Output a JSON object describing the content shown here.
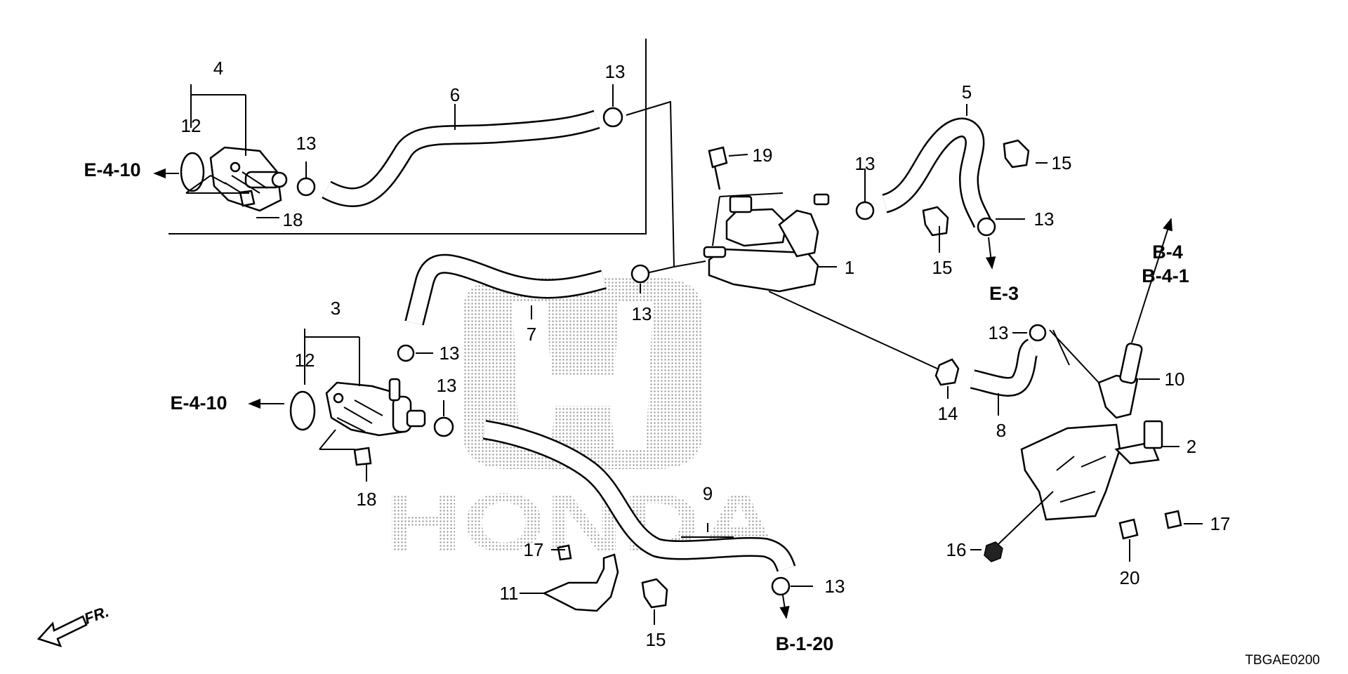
{
  "diagram": {
    "logo_text": "HONDA",
    "diagram_code": "TBGAE0200",
    "front_indicator": "FR.",
    "part_labels": {
      "p1": "1",
      "p2": "2",
      "p3": "3",
      "p4": "4",
      "p5": "5",
      "p6": "6",
      "p7": "7",
      "p8": "8",
      "p9": "9",
      "p10": "10",
      "p11": "11",
      "p12a": "12",
      "p12b": "12",
      "p13a": "13",
      "p13b": "13",
      "p13c": "13",
      "p13d": "13",
      "p13e": "13",
      "p13f": "13",
      "p13g": "13",
      "p13h": "13",
      "p13i": "13",
      "p14": "14",
      "p15a": "15",
      "p15b": "15",
      "p15c": "15",
      "p16": "16",
      "p17a": "17",
      "p17b": "17",
      "p18a": "18",
      "p18b": "18",
      "p19": "19",
      "p20": "20"
    },
    "references": {
      "e410_top": "E-4-10",
      "e410_mid": "E-4-10",
      "e3": "E-3",
      "b4": "B-4",
      "b41": "B-4-1",
      "b120": "B-1-20"
    }
  }
}
